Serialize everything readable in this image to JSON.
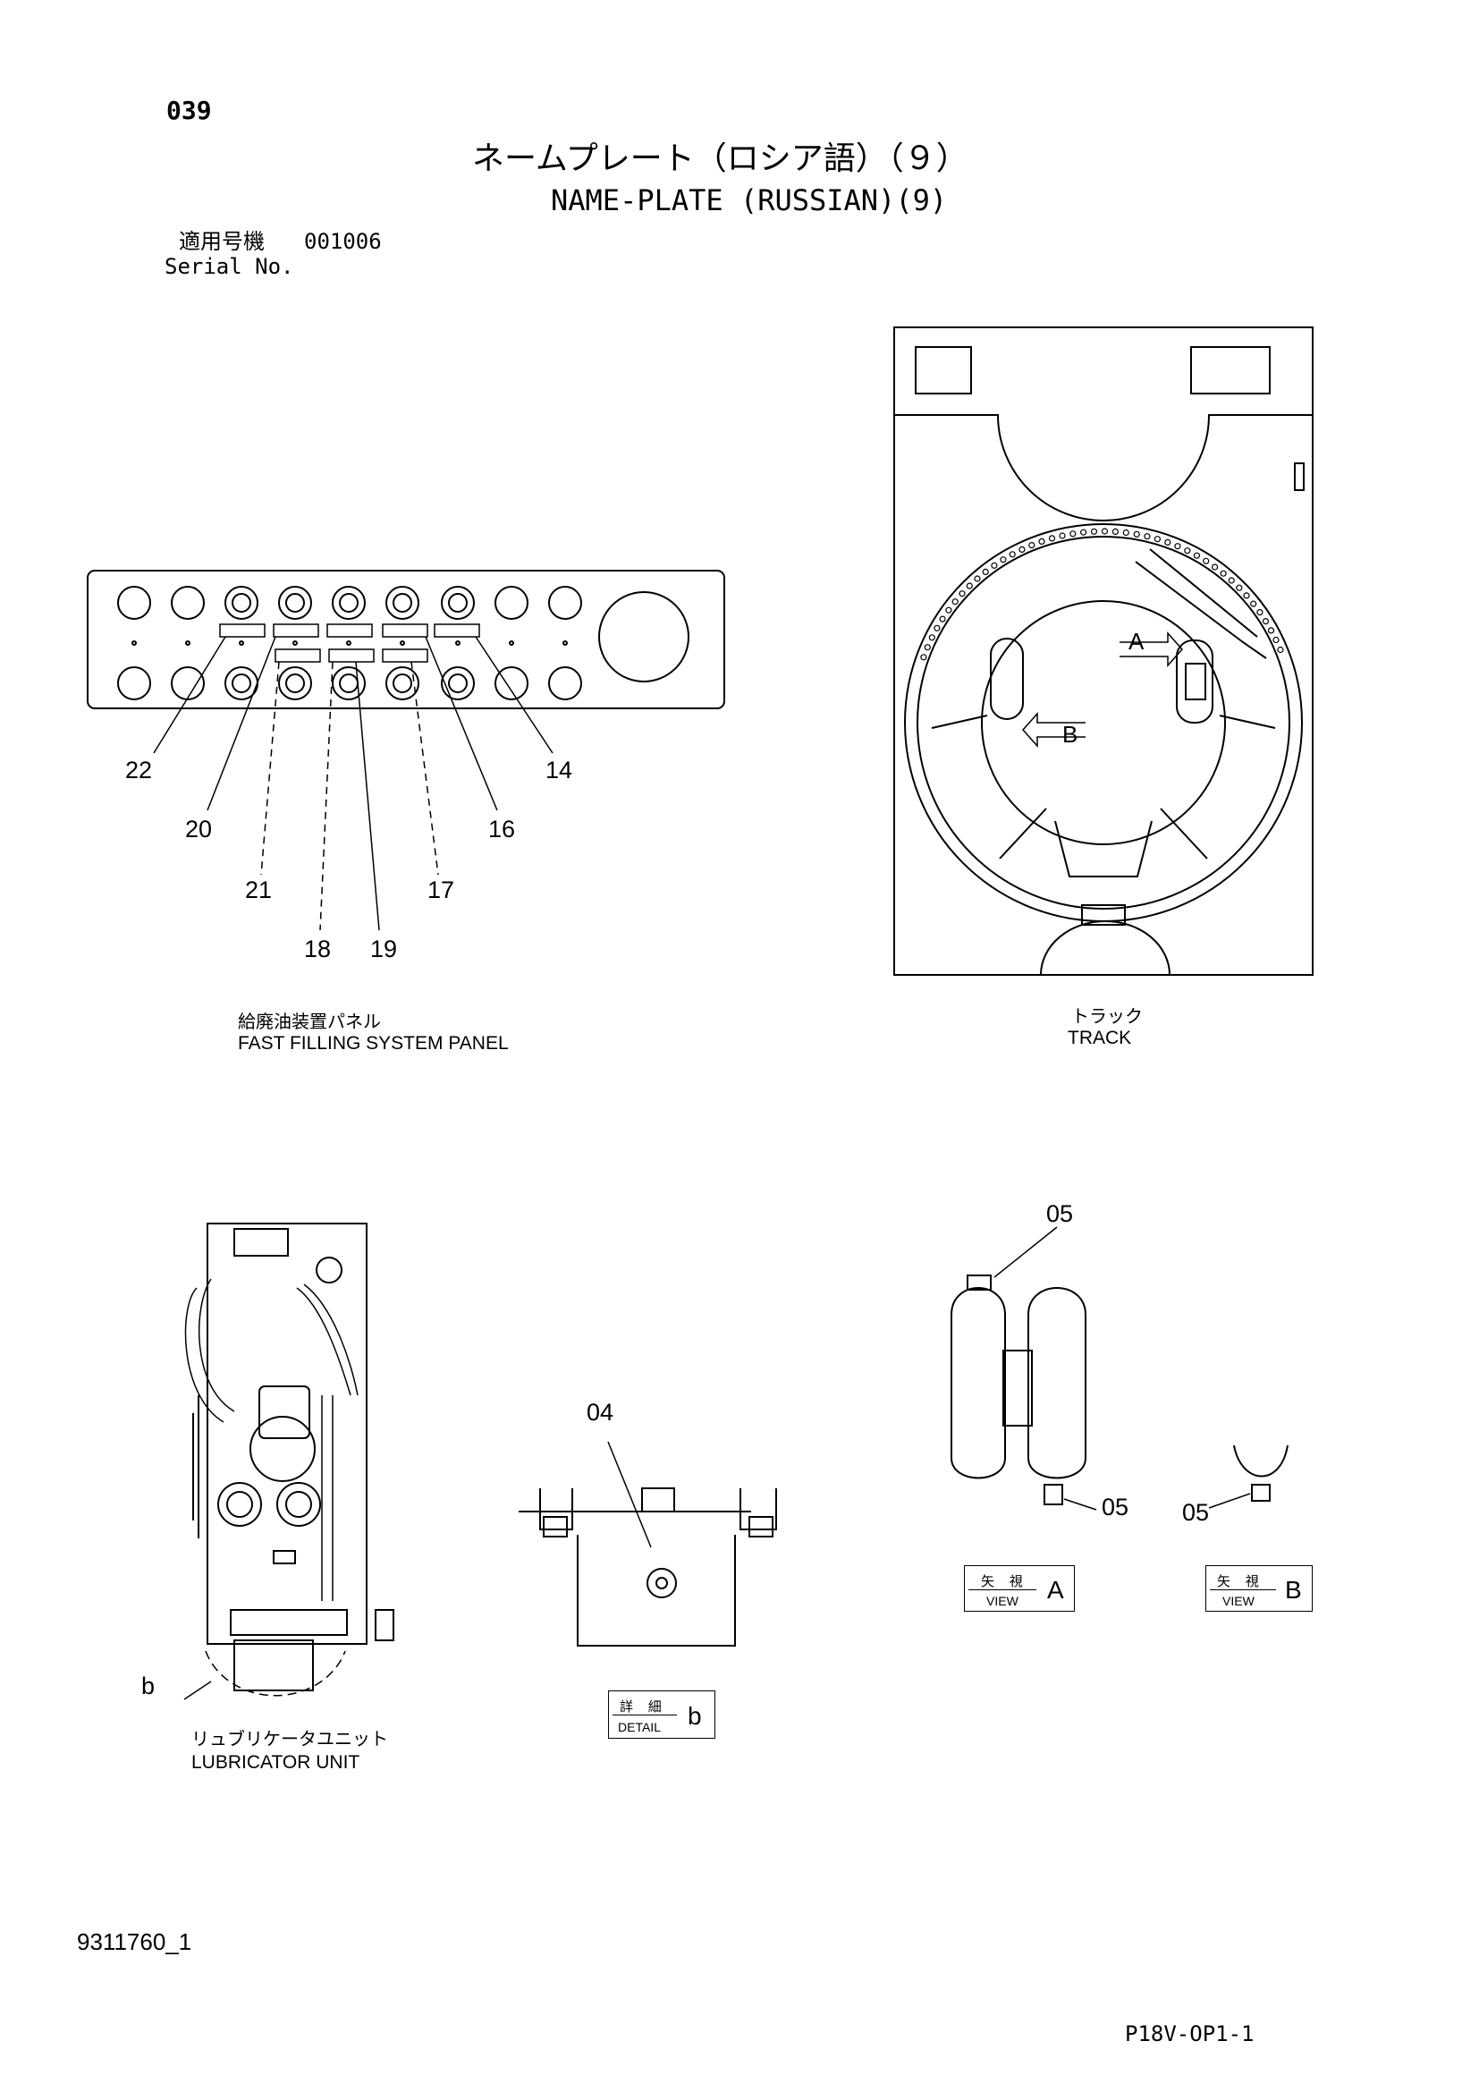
{
  "header": {
    "page_number": "039",
    "title_jp": "ネームプレート（ロシア語）（９）",
    "title_en": "NAME-PLATE (RUSSIAN)(9)",
    "serial_label_jp": "適用号機",
    "serial_value": "001006",
    "serial_label_en": "Serial No."
  },
  "panel": {
    "caption_jp": "給廃油装置パネル",
    "caption_en": "FAST FILLING SYSTEM PANEL",
    "callouts": [
      "22",
      "20",
      "21",
      "18",
      "19",
      "17",
      "16",
      "14"
    ]
  },
  "track": {
    "caption_jp": "トラック",
    "caption_en": "TRACK",
    "view_a_letter": "A",
    "view_b_letter": "B"
  },
  "lubricator": {
    "caption_jp": "リュブリケータユニット",
    "caption_en": "LUBRICATOR UNIT",
    "detail_marker": "b"
  },
  "detail_b": {
    "callout": "04",
    "label_jp": "詳 細",
    "label_en": "DETAIL",
    "letter": "b"
  },
  "view_a": {
    "callout_top": "05",
    "callout_bottom": "05",
    "label_jp": "矢 視",
    "label_en": "VIEW",
    "letter": "A"
  },
  "view_b": {
    "callout": "05",
    "label_jp": "矢 視",
    "label_en": "VIEW",
    "letter": "B"
  },
  "footer": {
    "drawing_number": "9311760_1",
    "page_code": "P18V-OP1-1"
  }
}
